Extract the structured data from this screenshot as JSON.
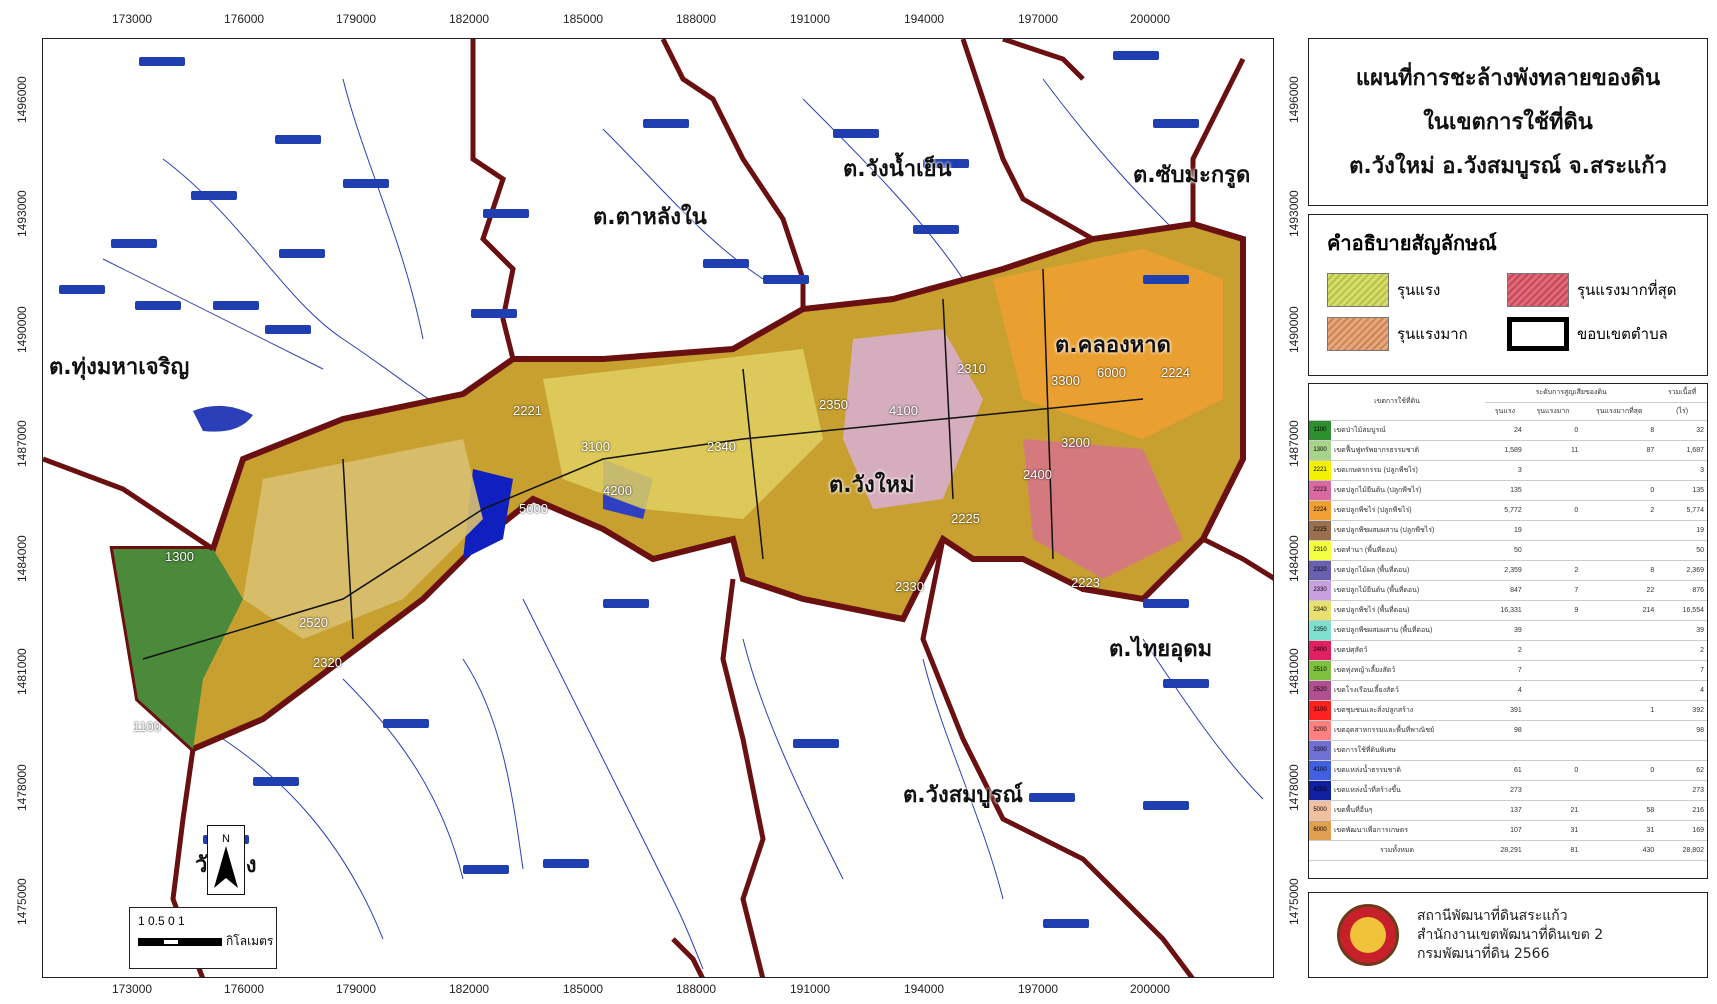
{
  "map": {
    "x_ticks": [
      "173000",
      "176000",
      "179000",
      "182000",
      "185000",
      "188000",
      "191000",
      "194000",
      "197000",
      "200000"
    ],
    "y_ticks": [
      "1496000",
      "1493000",
      "1490000",
      "1487000",
      "1484000",
      "1481000",
      "1478000",
      "1475000"
    ],
    "places": [
      {
        "name": "ต.วังน้ำเย็น"
      },
      {
        "name": "ต.ซับมะกรูด"
      },
      {
        "name": "ต.ตาหลังใน"
      },
      {
        "name": "ต.ทุ่งมหาเจริญ"
      },
      {
        "name": "ต.คลองหาด"
      },
      {
        "name": "ต.วังใหม่"
      },
      {
        "name": "ต.ไทยอุดม"
      },
      {
        "name": "ต.วังสมบูรณ์"
      },
      {
        "name": "วังทอง"
      }
    ],
    "zone_numbers": [
      "2310",
      "3300",
      "6000",
      "2224",
      "4100",
      "2350",
      "3200",
      "2400",
      "2221",
      "3100",
      "2340",
      "4200",
      "5000",
      "2225",
      "2223",
      "2330",
      "1300",
      "2520",
      "2320",
      "1100"
    ],
    "north_label": "N",
    "scale_label": "1 0.5 0      1",
    "scale_unit": "กิโลเมตร"
  },
  "title": {
    "line1": "แผนที่การชะล้างพังทลายของดิน",
    "line2": "ในเขตการใช้ที่ดิน",
    "line3": "ต.วังใหม่ อ.วังสมบูรณ์ จ.สระแก้ว"
  },
  "legend": {
    "heading": "คำอธิบายสัญลักษณ์",
    "items": [
      {
        "label": "รุนแรง",
        "color": "#d6de6a"
      },
      {
        "label": "รุนแรงมากที่สุด",
        "color": "#e06a78"
      },
      {
        "label": "รุนแรงมาก",
        "color": "#e8a67a"
      },
      {
        "label": "ขอบเขตตำบล",
        "color": "#000000"
      }
    ]
  },
  "table": {
    "head_group": "ระดับการสูญเสียของดิน",
    "head_name": "เขตการใช้ที่ดิน",
    "head_total": "รวมเนื้อที่",
    "head_unit": "(ไร่)",
    "sub1": "รุนแรง",
    "sub2": "รุนแรงมาก",
    "sub3": "รุนแรงมากที่สุด",
    "rows": [
      {
        "code": "1100",
        "color": "#2f8f2f",
        "name": "เขตป่าไม้สมบูรณ์",
        "v1": "24",
        "v2": "0",
        "v3": "8",
        "total": "32"
      },
      {
        "code": "1300",
        "color": "#a7d48a",
        "name": "เขตฟื้นฟูทรัพยากรธรรมชาติ",
        "v1": "1,589",
        "v2": "11",
        "v3": "87",
        "total": "1,687"
      },
      {
        "code": "2221",
        "color": "#f2f200",
        "name": "เขตเกษตรกรรม (ปลูกพืชไร่)",
        "v1": "3",
        "v2": "",
        "v3": "",
        "total": "3"
      },
      {
        "code": "2223",
        "color": "#d86aa0",
        "name": "เขตปลูกไม้ยืนต้น (ปลูกพืชไร่)",
        "v1": "135",
        "v2": "",
        "v3": "0",
        "total": "135"
      },
      {
        "code": "2224",
        "color": "#f0a030",
        "name": "เขตปลูกพืชไร่ (ปลูกพืชไร่)",
        "v1": "5,772",
        "v2": "0",
        "v3": "2",
        "total": "5,774"
      },
      {
        "code": "2225",
        "color": "#9a7050",
        "name": "เขตปลูกพืชผสมผสาน (ปลูกพืชไร่)",
        "v1": "19",
        "v2": "",
        "v3": "",
        "total": "19"
      },
      {
        "code": "2310",
        "color": "#f4ff40",
        "name": "เขตทำนา (พื้นที่ดอน)",
        "v1": "50",
        "v2": "",
        "v3": "",
        "total": "50"
      },
      {
        "code": "2320",
        "color": "#6a60b0",
        "name": "เขตปลูกไม้ผล (พื้นที่ดอน)",
        "v1": "2,359",
        "v2": "2",
        "v3": "8",
        "total": "2,369"
      },
      {
        "code": "2330",
        "color": "#c8a0e0",
        "name": "เขตปลูกไม้ยืนต้น (พื้นที่ดอน)",
        "v1": "847",
        "v2": "7",
        "v3": "22",
        "total": "876"
      },
      {
        "code": "2340",
        "color": "#e8e070",
        "name": "เขตปลูกพืชไร่ (พื้นที่ดอน)",
        "v1": "16,331",
        "v2": "9",
        "v3": "214",
        "total": "16,554"
      },
      {
        "code": "2350",
        "color": "#80e0d0",
        "name": "เขตปลูกพืชผสมผสาน (พื้นที่ดอน)",
        "v1": "39",
        "v2": "",
        "v3": "",
        "total": "39"
      },
      {
        "code": "2400",
        "color": "#e02060",
        "name": "เขตปศุสัตว์",
        "v1": "2",
        "v2": "",
        "v3": "",
        "total": "2"
      },
      {
        "code": "2510",
        "color": "#80c040",
        "name": "เขตทุ่งหญ้าเลี้ยงสัตว์",
        "v1": "7",
        "v2": "",
        "v3": "",
        "total": "7"
      },
      {
        "code": "2520",
        "color": "#b05090",
        "name": "เขตโรงเรือนเลี้ยงสัตว์",
        "v1": "4",
        "v2": "",
        "v3": "",
        "total": "4"
      },
      {
        "code": "3100",
        "color": "#ff2020",
        "name": "เขตชุมชนและสิ่งปลูกสร้าง",
        "v1": "391",
        "v2": "",
        "v3": "1",
        "total": "392"
      },
      {
        "code": "3200",
        "color": "#ff8080",
        "name": "เขตอุตสาหกรรมและพื้นที่พาณิชย์",
        "v1": "98",
        "v2": "",
        "v3": "",
        "total": "98"
      },
      {
        "code": "3300",
        "color": "#7070d0",
        "name": "เขตการใช้ที่ดินพิเศษ",
        "v1": "",
        "v2": "",
        "v3": "",
        "total": ""
      },
      {
        "code": "4100",
        "color": "#4060e0",
        "name": "เขตแหล่งน้ำธรรมชาติ",
        "v1": "61",
        "v2": "0",
        "v3": "0",
        "total": "62"
      },
      {
        "code": "4200",
        "color": "#1020a0",
        "name": "เขตแหล่งน้ำที่สร้างขึ้น",
        "v1": "273",
        "v2": "",
        "v3": "",
        "total": "273"
      },
      {
        "code": "5000",
        "color": "#f0c0a0",
        "name": "เขตพื้นที่อื่นๆ",
        "v1": "137",
        "v2": "21",
        "v3": "58",
        "total": "216"
      },
      {
        "code": "6000",
        "color": "#e0a050",
        "name": "เขตพัฒนาเพื่อการเกษตร",
        "v1": "107",
        "v2": "31",
        "v3": "31",
        "total": "169"
      }
    ],
    "sum_label": "รวมทั้งหมด",
    "sum_v1": "28,291",
    "sum_v2": "81",
    "sum_v3": "430",
    "sum_total": "28,802"
  },
  "credit": {
    "line1": "สถานีพัฒนาที่ดินสระแก้ว",
    "line2": "สำนักงานเขตพัฒนาที่ดินเขต 2",
    "line3": "กรมพัฒนาที่ดิน 2566"
  }
}
